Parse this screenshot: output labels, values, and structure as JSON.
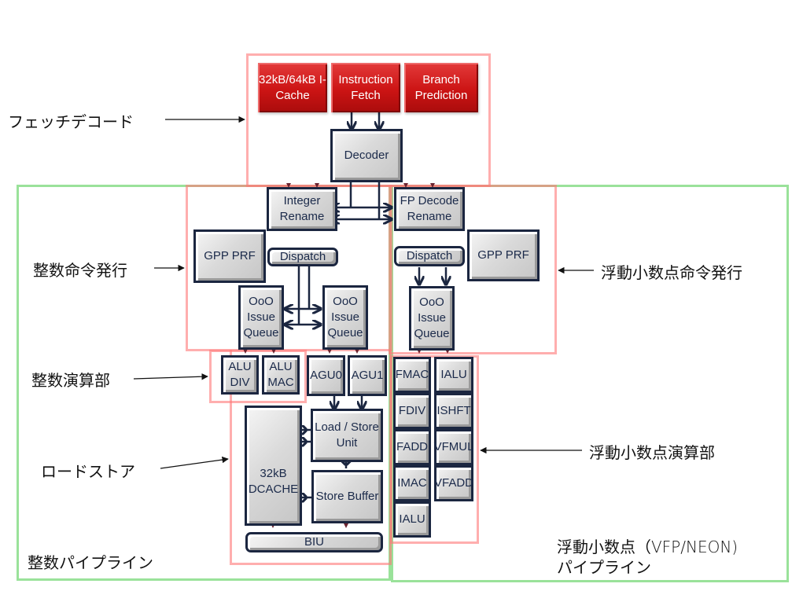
{
  "fetch_decode": {
    "icache": "32kB/64kB I-Cache",
    "instruction_fetch": "Instruction Fetch",
    "branch_prediction": "Branch Prediction",
    "decoder": "Decoder"
  },
  "integer_issue": {
    "rename": "Integer Rename",
    "gpp_prf": "GPP PRF",
    "dispatch": "Dispatch",
    "issue_queue_0": "OoO Issue Queue",
    "issue_queue_1": "OoO Issue Queue"
  },
  "fp_issue": {
    "rename": "FP Decode Rename",
    "gpp_prf": "GPP PRF",
    "dispatch": "Dispatch",
    "issue_queue": "OoO Issue Queue"
  },
  "integer_exec": {
    "alu_div": "ALU DIV",
    "alu_mac": "ALU MAC",
    "agu0": "AGU0",
    "agu1": "AGU1"
  },
  "load_store": {
    "dcache": "32kB DCACHE",
    "lsu": "Load / Store Unit",
    "store_buffer": "Store Buffer",
    "biu": "BIU"
  },
  "fp_exec": {
    "col1": [
      "FMAC",
      "FDIV",
      "FADD",
      "IMAC",
      "IALU"
    ],
    "col2": [
      "IALU",
      "ISHFT",
      "VFMUL",
      "VFADD"
    ]
  },
  "annotations": {
    "fetch_decode": "フェッチデコード",
    "integer_issue": "整数命令発行",
    "integer_exec": "整数演算部",
    "load_store": "ロードストア",
    "integer_pipeline": "整数パイプライン",
    "fp_issue": "浮動小数点命令発行",
    "fp_exec": "浮動小数点演算部",
    "fp_pipeline_line1": "浮動小数点（VFP/NEON)",
    "fp_pipeline_line2": "パイプライン"
  },
  "colors": {
    "block_border": "#1b2640",
    "red_block": "#cc1414",
    "group_red": "#ff7878",
    "group_green": "#64d264"
  }
}
